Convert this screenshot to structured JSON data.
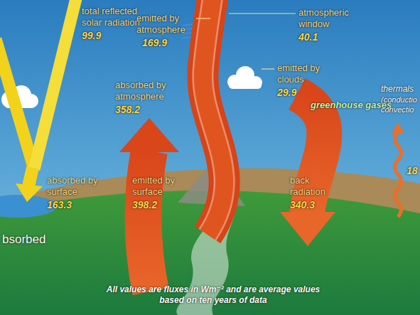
{
  "diagram": {
    "caption": "All values are fluxes in Wm⁻² and are average values based on ten years of data",
    "labels": [
      "total reflected solar radiation",
      "99.9",
      "emitted by atmosphere",
      "169.9",
      "atmospheric window",
      "40.1",
      "emitted by clouds",
      "29.9",
      "absorbed by atmosphere",
      "358.2",
      "greenhouse gases",
      "thermals",
      "(conductio",
      "convectio",
      "absorbed by surface",
      "163.3",
      "emitted by surface",
      "398.2",
      "back radiation",
      "340.3",
      "18",
      "bsorbed"
    ]
  }
}
